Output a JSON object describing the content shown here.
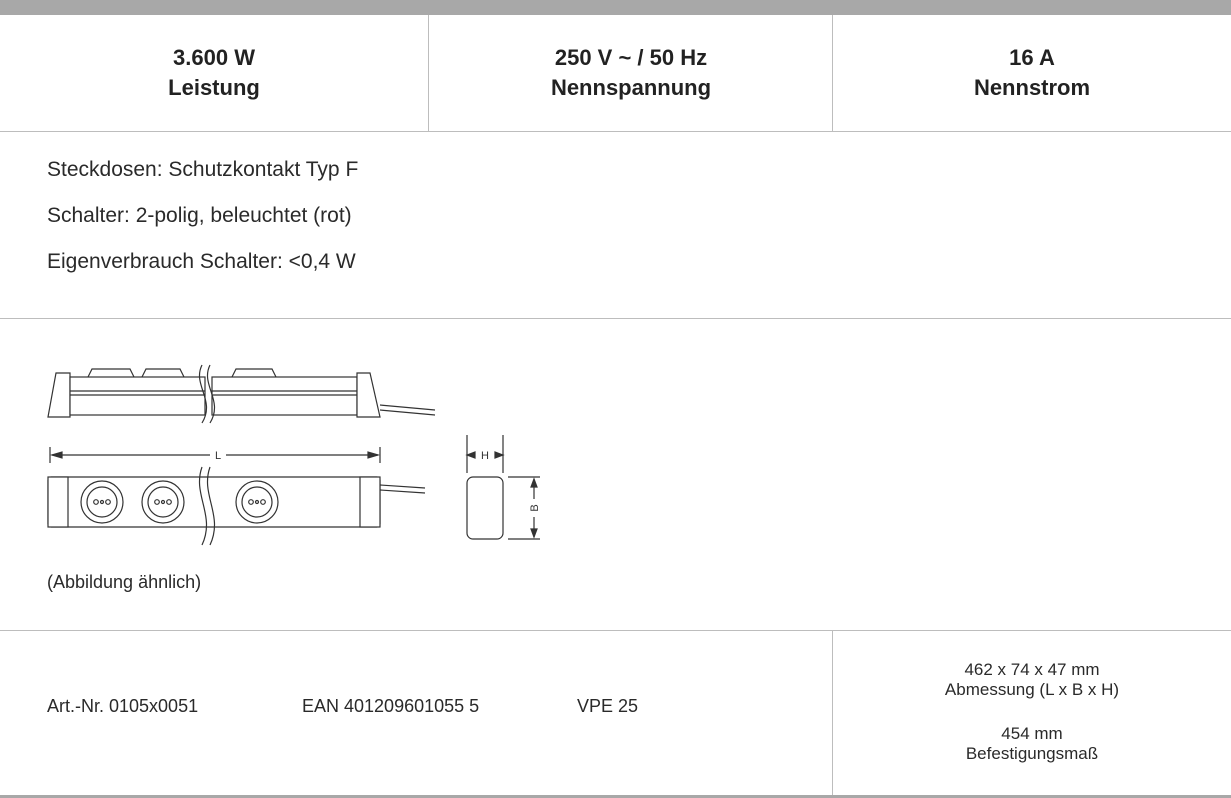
{
  "specs": [
    {
      "value": "3.600 W",
      "label": "Leistung"
    },
    {
      "value": "250 V ~ / 50 Hz",
      "label": "Nennspannung"
    },
    {
      "value": "16 A",
      "label": "Nennstrom"
    }
  ],
  "features": [
    "Steckdosen: Schutzkontakt Typ F",
    "Schalter: 2-polig,  beleuchtet (rot)",
    "Eigenverbrauch Schalter: <0,4 W"
  ],
  "drawing": {
    "label_length": "L",
    "label_height": "H",
    "label_width": "B",
    "caption": "(Abbildung ähnlich)"
  },
  "product": {
    "article_number": "Art.-Nr. 0105x0051",
    "ean": "EAN 401209601055 5",
    "vpe": "VPE 25"
  },
  "dimensions": {
    "size_value": "462 x 74 x 47 mm",
    "size_label": "Abmessung (L x B x H)",
    "mount_value": "454 mm",
    "mount_label": "Befestigungsmaß"
  }
}
